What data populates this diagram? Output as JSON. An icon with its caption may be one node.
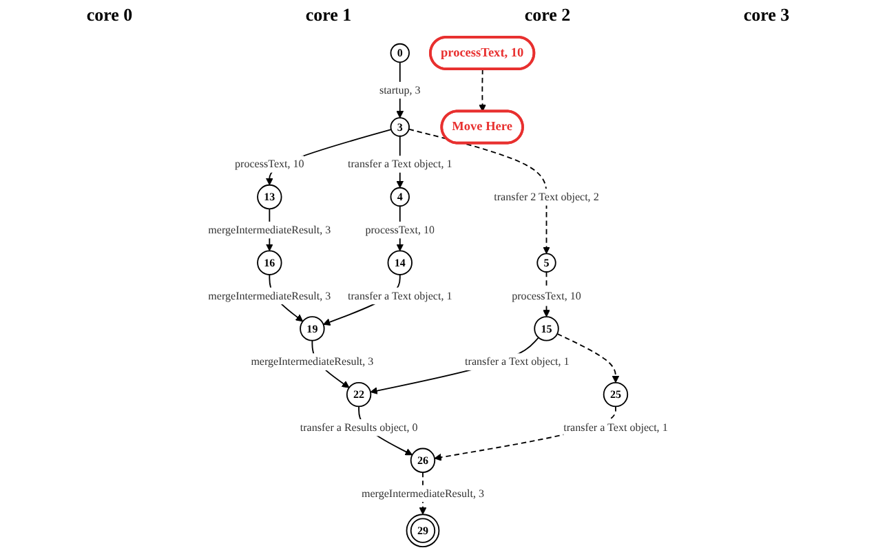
{
  "diagram": {
    "nodes": [
      {
        "text": [
          "0"
        ]
      },
      {
        "text": [
          "3"
        ]
      },
      {
        "text": [
          "4"
        ]
      },
      {
        "text": [
          "5"
        ]
      },
      {
        "text": [
          "13"
        ]
      },
      {
        "text": [
          "14"
        ]
      },
      {
        "text": [
          "15"
        ]
      },
      {
        "text": [
          "16"
        ]
      },
      {
        "text": [
          "19"
        ]
      },
      {
        "text": [
          "22"
        ]
      },
      {
        "text": [
          "25"
        ]
      },
      {
        "text": [
          "26"
        ]
      },
      {
        "text": [
          "29"
        ]
      },
      {
        "text": [
          "processText, 10"
        ]
      },
      {
        "text": [
          "Move Here"
        ]
      }
    ],
    "edges": [
      {
        "from": 0,
        "to": 1,
        "arrow": "to",
        "label": "startup, 3"
      },
      {
        "from": 1,
        "to": 3,
        "arrow": "to",
        "label": "transfer 2 Text object, 2",
        "style": "dashed"
      },
      {
        "from": 1,
        "to": 2,
        "arrow": "to",
        "label": "transfer a Text object, 1"
      },
      {
        "from": 1,
        "to": 4,
        "arrow": "to",
        "label": "processText, 10"
      },
      {
        "from": 2,
        "to": 5,
        "arrow": "to",
        "label": "processText, 10"
      },
      {
        "from": 3,
        "to": 6,
        "arrow": "to",
        "label": "processText, 10",
        "style": "dashed"
      },
      {
        "from": 4,
        "to": 7,
        "arrow": "to",
        "label": "mergeIntermediateResult, 3"
      },
      {
        "from": 7,
        "to": 8,
        "arrow": "to",
        "label": "mergeIntermediateResult, 3"
      },
      {
        "from": 5,
        "to": 8,
        "arrow": "to",
        "label": "transfer a Text object, 1"
      },
      {
        "from": 8,
        "to": 9,
        "arrow": "to",
        "label": "mergeIntermediateResult, 3"
      },
      {
        "from": 6,
        "to": 9,
        "arrow": "to",
        "label": "transfer a Text object, 1"
      },
      {
        "from": 6,
        "to": 10,
        "arrow": "to",
        "style": "dashed"
      },
      {
        "from": 9,
        "to": 11,
        "arrow": "to",
        "label": "transfer a Results object, 0"
      },
      {
        "from": 10,
        "to": 11,
        "arrow": "to",
        "label": "transfer a Text object, 1",
        "style": "dashed"
      },
      {
        "from": 11,
        "to": 12,
        "arrow": "to",
        "label": "mergeIntermediateResult, 3",
        "style": "dashed"
      },
      {
        "from": 13,
        "to": 14,
        "arrow": "to",
        "style": "dashed"
      }
    ],
    "labels": [
      "core 0",
      "core 1",
      "core 2",
      "core 3"
    ]
  }
}
